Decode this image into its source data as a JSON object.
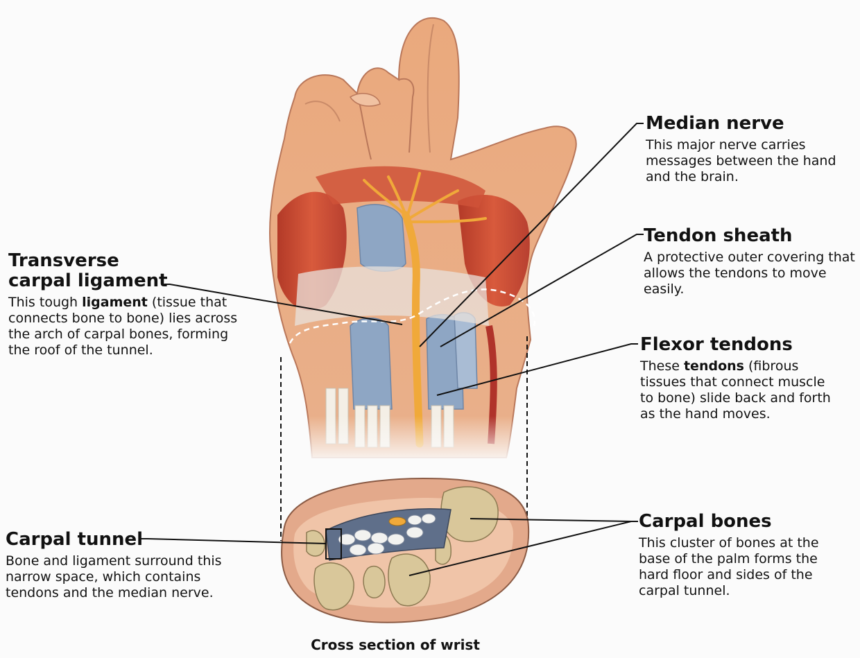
{
  "labels": {
    "median_nerve": {
      "title": "Median nerve",
      "desc": "This major nerve carries messages between the hand and the brain."
    },
    "tendon_sheath": {
      "title": "Tendon sheath",
      "desc": "A protective outer covering that allows the tendons to move easily."
    },
    "flexor_tendons": {
      "title": "Flexor tendons",
      "desc_pre": "These ",
      "desc_bold": "tendons",
      "desc_post": " (fibrous tissues that connect muscle to bone) slide back and forth as the hand moves."
    },
    "carpal_bones": {
      "title": "Carpal bones",
      "desc": "This cluster of bones at the base of the palm forms the hard floor and sides of the carpal tunnel."
    },
    "transverse_ligament": {
      "title_line1": "Transverse",
      "title_line2": "carpal ligament",
      "desc_pre": "This tough ",
      "desc_bold": "ligament",
      "desc_post": " (tissue that connects bone to bone) lies across the arch of carpal bones, forming the roof of the tunnel."
    },
    "carpal_tunnel": {
      "title": "Carpal tunnel",
      "desc": "Bone and ligament surround this narrow space, which contains tendons and the median nerve."
    }
  },
  "caption": "Cross section of wrist",
  "colors": {
    "skin": "#e6a57c",
    "muscle": "#c7452f",
    "tendon_blue": "#8ea6c4",
    "nerve": "#f0a93a",
    "bone": "#d9c79a",
    "leader": "#111111"
  }
}
